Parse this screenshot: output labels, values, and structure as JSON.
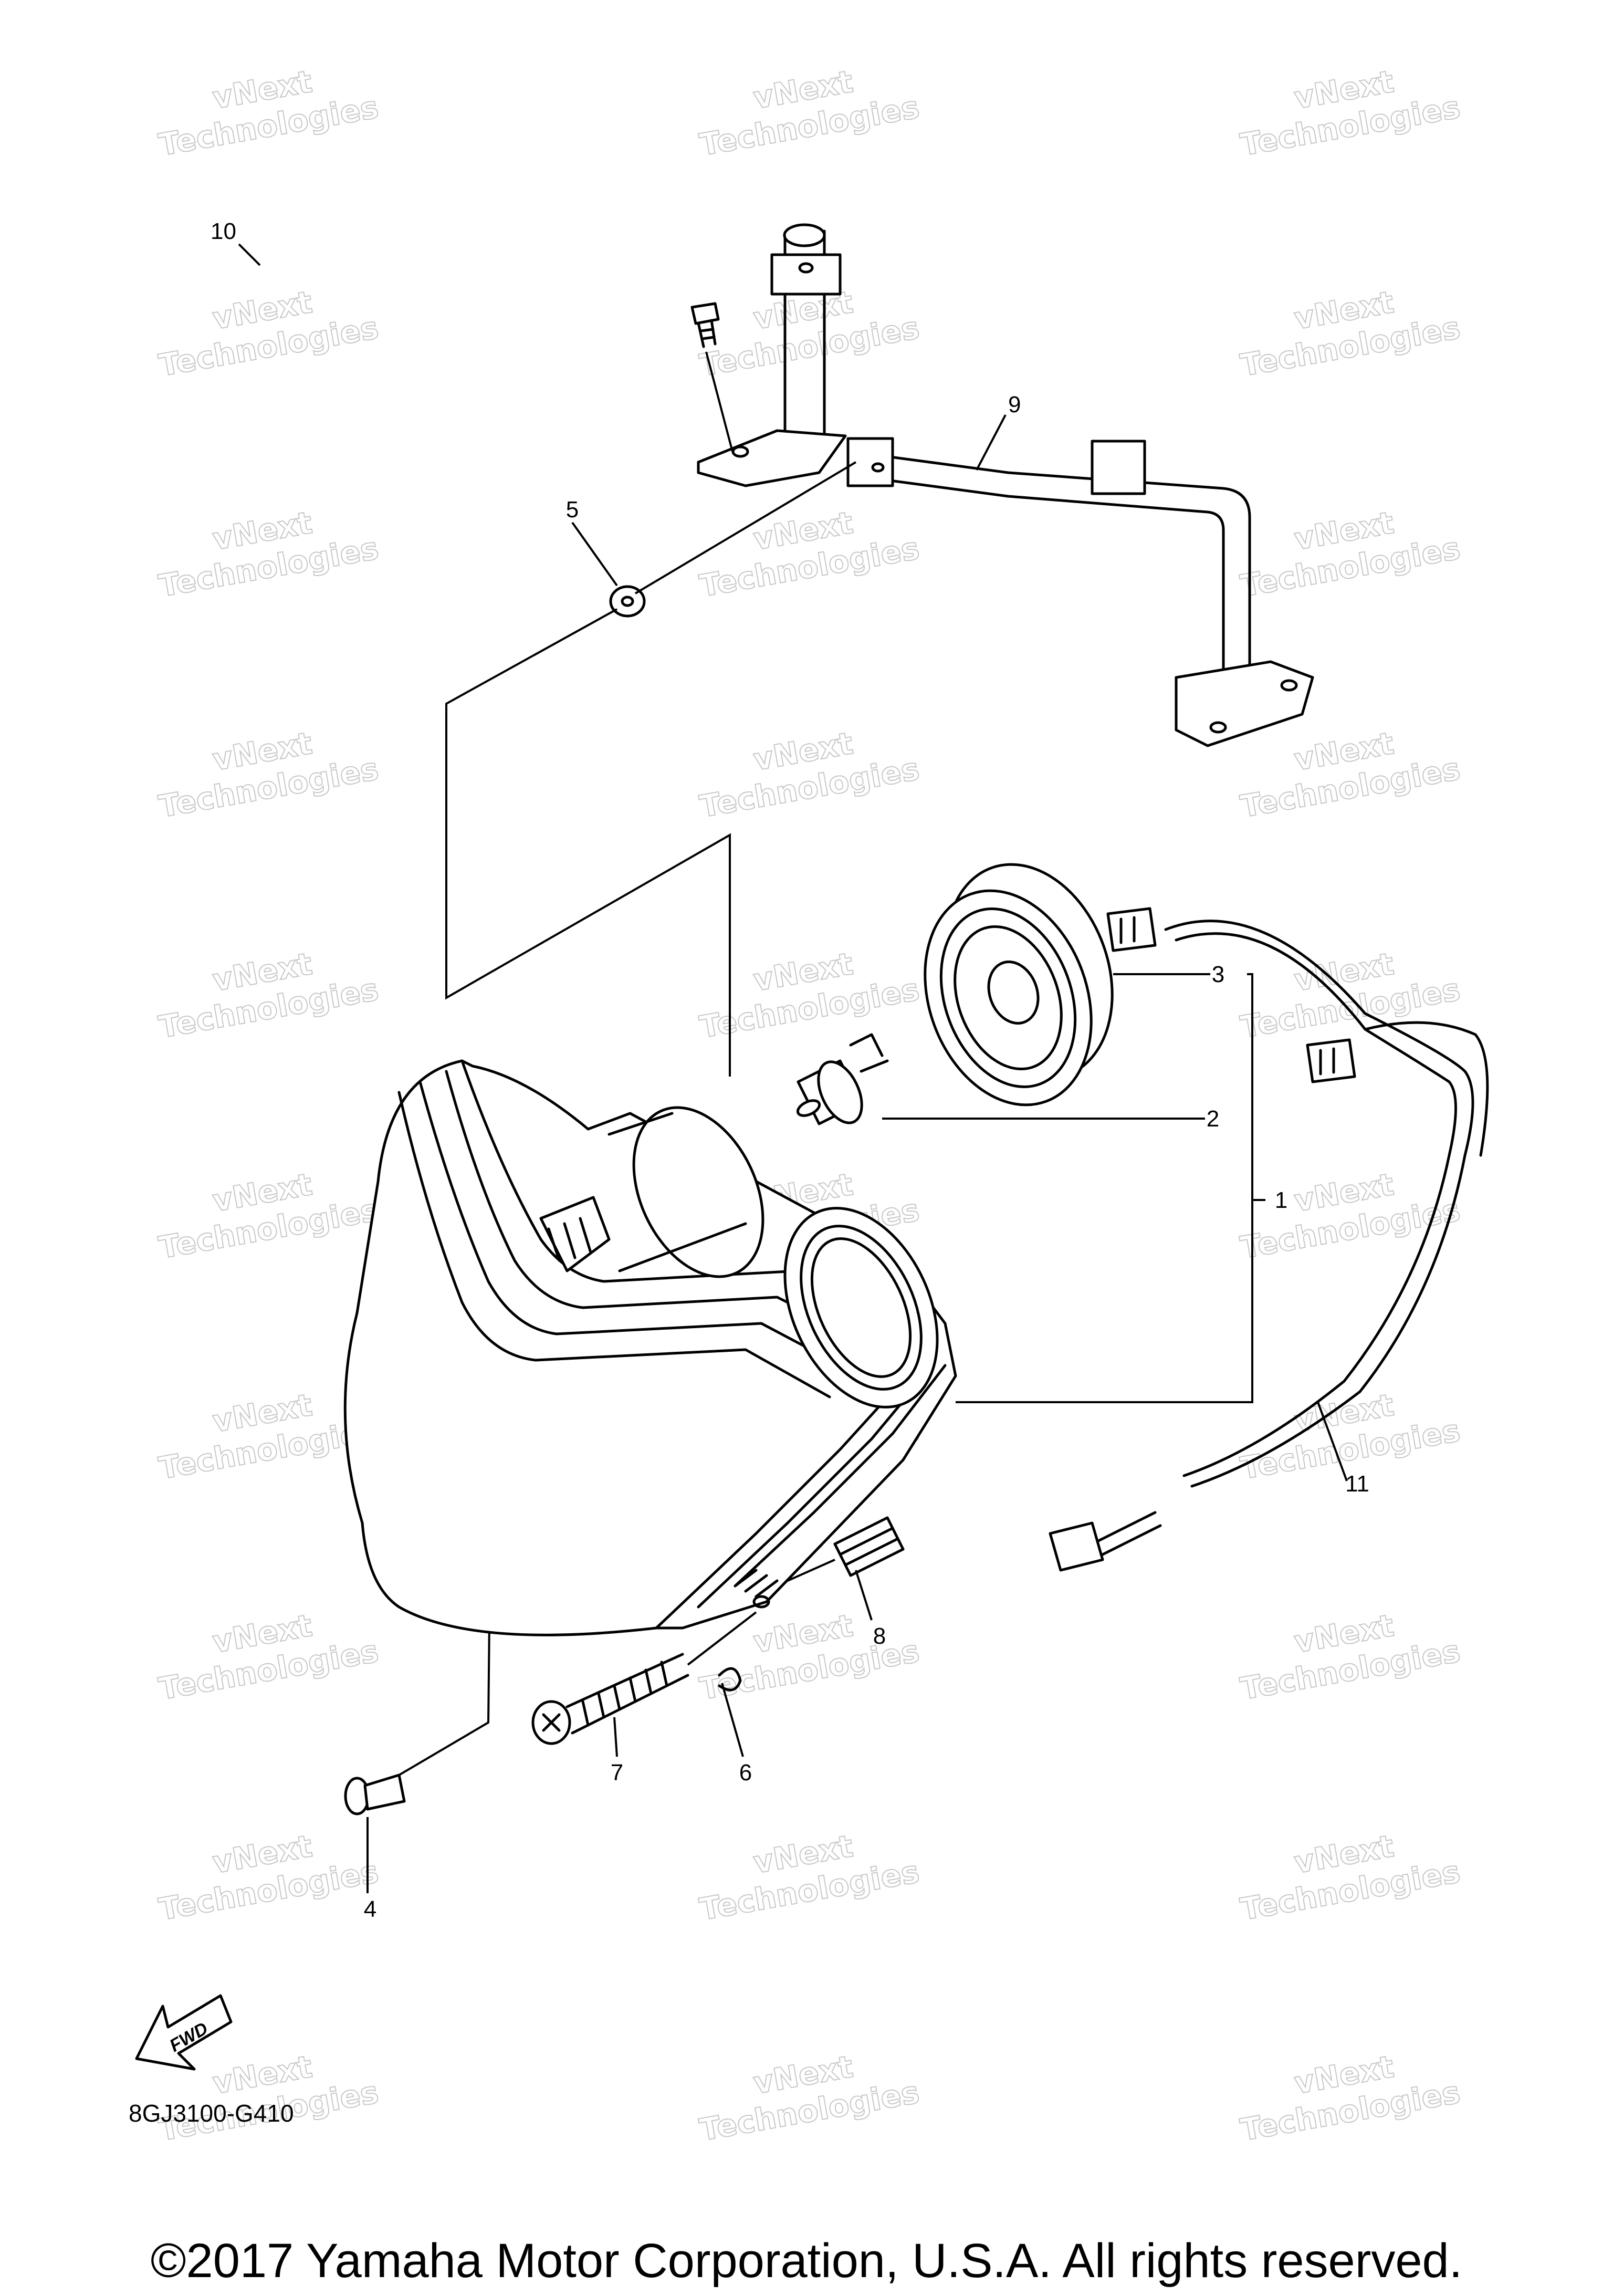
{
  "diagram": {
    "diagram_code": "8GJ3100-G410",
    "fwd_label": "FWD",
    "copyright": "©2017 Yamaha Motor Corporation, U.S.A. All rights reserved.",
    "watermark": {
      "line1": "vNext",
      "line2": "Technologies"
    },
    "callouts": [
      {
        "id": "1",
        "label": "1"
      },
      {
        "id": "2",
        "label": "2"
      },
      {
        "id": "3",
        "label": "3"
      },
      {
        "id": "4",
        "label": "4"
      },
      {
        "id": "5",
        "label": "5"
      },
      {
        "id": "6",
        "label": "6"
      },
      {
        "id": "7",
        "label": "7"
      },
      {
        "id": "8",
        "label": "8"
      },
      {
        "id": "9",
        "label": "9"
      },
      {
        "id": "10",
        "label": "10"
      },
      {
        "id": "11",
        "label": "11"
      }
    ]
  }
}
